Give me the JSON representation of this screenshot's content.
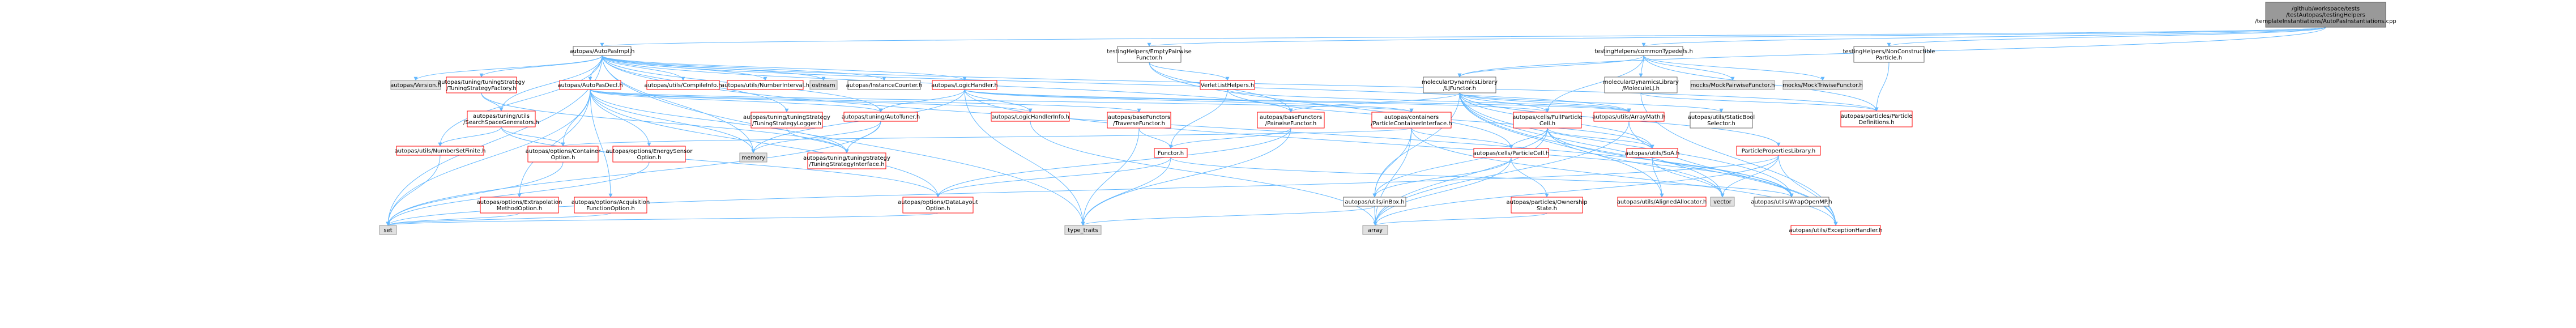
{
  "graph": {
    "title": "Dependency graph of AutoPasInstantiations.cpp",
    "colors": {
      "root_fill": "#999999",
      "root_stroke": "#666666",
      "doc_fill": "#ffffff",
      "doc_stroke": "#666666",
      "missing_fill": "#ffffff",
      "missing_stroke": "#ff0000",
      "ext_fill": "#e0e0e0",
      "ext_stroke": "#999999",
      "edge": "#63b8ff",
      "text": "#000000"
    },
    "nodes": [
      {
        "id": "root",
        "kind": "root",
        "lines": [
          "/github/workspace/tests",
          "/testAutopas/testingHelpers",
          "/templateInstantiations/AutoPasInstantiations.cpp"
        ]
      },
      {
        "id": "autopasimpl",
        "kind": "doc",
        "lines": [
          "autopas/AutoPasImpl.h"
        ]
      },
      {
        "id": "emptypairwise",
        "kind": "doc",
        "lines": [
          "testingHelpers/EmptyPairwise",
          "Functor.h"
        ]
      },
      {
        "id": "commontypedefs",
        "kind": "doc",
        "lines": [
          "testingHelpers/commonTypedefs.h"
        ]
      },
      {
        "id": "nonconstructible",
        "kind": "doc",
        "lines": [
          "testingHelpers/NonConstructible",
          "Particle.h"
        ]
      },
      {
        "id": "version",
        "kind": "ext",
        "lines": [
          "autopas/Version.h"
        ]
      },
      {
        "id": "tuningstrategyfactory",
        "kind": "missing",
        "lines": [
          "autopas/tuning/tuningStrategy",
          "/TuningStrategyFactory.h"
        ]
      },
      {
        "id": "autopasdecl",
        "kind": "missing",
        "lines": [
          "autopas/AutoPasDecl.h"
        ]
      },
      {
        "id": "compileinfo",
        "kind": "missing",
        "lines": [
          "autopas/utils/CompileInfo.h"
        ]
      },
      {
        "id": "numberinterval",
        "kind": "missing",
        "lines": [
          "autopas/utils/NumberInterval.h"
        ]
      },
      {
        "id": "ostream",
        "kind": "ext",
        "lines": [
          "ostream"
        ]
      },
      {
        "id": "instancecounter",
        "kind": "doc",
        "lines": [
          "autopas/InstanceCounter.h"
        ]
      },
      {
        "id": "logichandler",
        "kind": "missing",
        "lines": [
          "autopas/LogicHandler.h"
        ]
      },
      {
        "id": "verletlisthelpers",
        "kind": "missing",
        "lines": [
          "VerletListHelpers.h"
        ]
      },
      {
        "id": "mdlibljfunctor",
        "kind": "doc",
        "lines": [
          "molecularDynamicsLibrary",
          "/LJFunctor.h"
        ]
      },
      {
        "id": "mdlibmoleculelj",
        "kind": "doc",
        "lines": [
          "molecularDynamicsLibrary",
          "/MoleculeLJ.h"
        ]
      },
      {
        "id": "mockpairwise",
        "kind": "ext",
        "lines": [
          "mocks/MockPairwiseFunctor.h"
        ]
      },
      {
        "id": "mocktriwise",
        "kind": "ext",
        "lines": [
          "mocks/MockTriwiseFunctor.h"
        ]
      },
      {
        "id": "searchspacegen",
        "kind": "missing",
        "lines": [
          "autopas/tuning/utils",
          "/SearchSpaceGenerators.h"
        ]
      },
      {
        "id": "numbersetfinite",
        "kind": "missing",
        "lines": [
          "autopas/utils/NumberSetFinite.h"
        ]
      },
      {
        "id": "optioncontainer",
        "kind": "missing",
        "lines": [
          "autopas/options/Container",
          "Option.h"
        ]
      },
      {
        "id": "tuningstrategylogger",
        "kind": "missing",
        "lines": [
          "autopas/tuning/tuningStrategy",
          "/TuningStrategyLogger.h"
        ]
      },
      {
        "id": "autotuner",
        "kind": "missing",
        "lines": [
          "autopas/tuning/AutoTuner.h"
        ]
      },
      {
        "id": "logichandlerinfo",
        "kind": "missing",
        "lines": [
          "autopas/LogicHandlerInfo.h"
        ]
      },
      {
        "id": "basefunctortraverse",
        "kind": "missing",
        "lines": [
          "autopas/baseFunctors",
          "/TraverseFunctor.h"
        ]
      },
      {
        "id": "basefunctorpairwise",
        "kind": "missing",
        "lines": [
          "autopas/baseFunctors",
          "/PairwiseFunctor.h"
        ]
      },
      {
        "id": "particlecontainerif",
        "kind": "missing",
        "lines": [
          "autopas/containers",
          "/ParticleContainerInterface.h"
        ]
      },
      {
        "id": "fullparticlecell",
        "kind": "missing",
        "lines": [
          "autopas/cells/FullParticle",
          "Cell.h"
        ]
      },
      {
        "id": "arraymath",
        "kind": "missing",
        "lines": [
          "autopas/utils/ArrayMath.h"
        ]
      },
      {
        "id": "staticbool",
        "kind": "doc",
        "lines": [
          "autopas/utils/StaticBool",
          "Selector.h"
        ]
      },
      {
        "id": "particledefs",
        "kind": "missing",
        "lines": [
          "autopas/particles/Particle",
          "Definitions.h"
        ]
      },
      {
        "id": "energysensor",
        "kind": "missing",
        "lines": [
          "autopas/options/EnergySensor",
          "Option.h"
        ]
      },
      {
        "id": "memory",
        "kind": "ext",
        "lines": [
          "memory"
        ]
      },
      {
        "id": "tuningstrategyif",
        "kind": "missing",
        "lines": [
          "autopas/tuning/tuningStrategy",
          "/TuningStrategyInterface.h"
        ]
      },
      {
        "id": "functor",
        "kind": "missing",
        "lines": [
          "Functor.h"
        ]
      },
      {
        "id": "particlecell",
        "kind": "missing",
        "lines": [
          "autopas/cells/ParticleCell.h"
        ]
      },
      {
        "id": "soa",
        "kind": "missing",
        "lines": [
          "autopas/utils/SoA.h"
        ]
      },
      {
        "id": "particlepropertieslib",
        "kind": "missing",
        "lines": [
          "ParticlePropertiesLibrary.h"
        ]
      },
      {
        "id": "extrapolation",
        "kind": "missing",
        "lines": [
          "autopas/options/Extrapolation",
          "MethodOption.h"
        ]
      },
      {
        "id": "acquisition",
        "kind": "missing",
        "lines": [
          "autopas/options/Acquisition",
          "FunctionOption.h"
        ]
      },
      {
        "id": "datalayout",
        "kind": "missing",
        "lines": [
          "autopas/options/DataLayout",
          "Option.h"
        ]
      },
      {
        "id": "inbox",
        "kind": "doc",
        "lines": [
          "autopas/utils/inBox.h"
        ]
      },
      {
        "id": "ownershipstate",
        "kind": "missing",
        "lines": [
          "autopas/particles/Ownership",
          "State.h"
        ]
      },
      {
        "id": "alignedallocator",
        "kind": "missing",
        "lines": [
          "autopas/utils/AlignedAllocator.h"
        ]
      },
      {
        "id": "vector",
        "kind": "ext",
        "lines": [
          "vector"
        ]
      },
      {
        "id": "wrapopenmp",
        "kind": "doc",
        "lines": [
          "autopas/utils/WrapOpenMP.h"
        ]
      },
      {
        "id": "set",
        "kind": "ext",
        "lines": [
          "set"
        ]
      },
      {
        "id": "typetraits",
        "kind": "ext",
        "lines": [
          "type_traits"
        ]
      },
      {
        "id": "array",
        "kind": "ext",
        "lines": [
          "array"
        ]
      },
      {
        "id": "exceptionhandler",
        "kind": "missing",
        "lines": [
          "autopas/utils/ExceptionHandler.h"
        ]
      }
    ]
  }
}
